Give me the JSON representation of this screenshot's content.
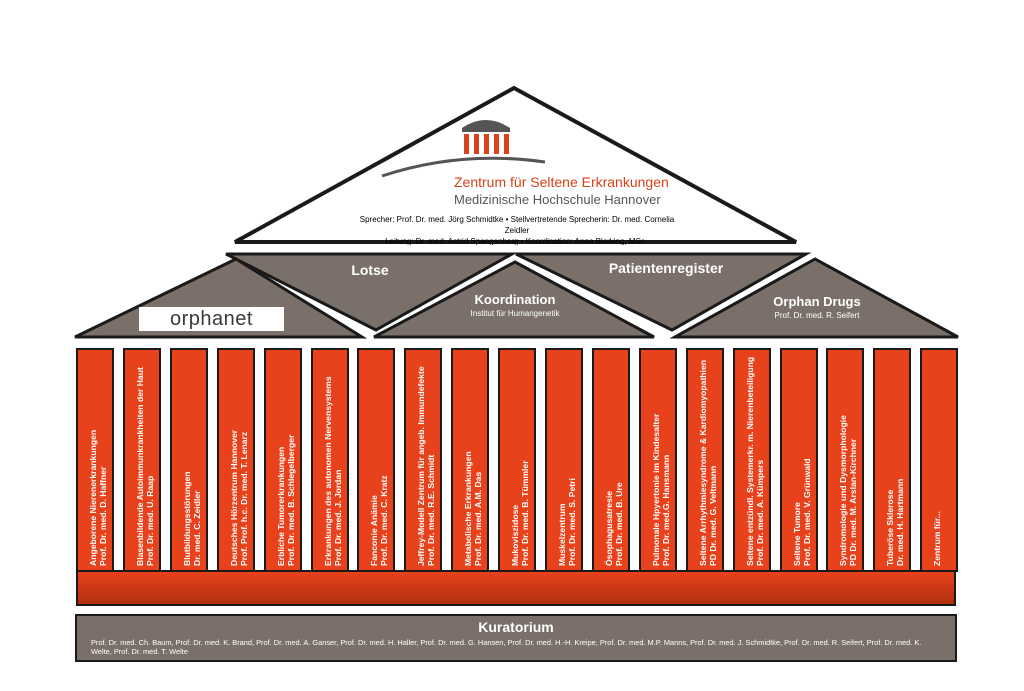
{
  "logo": {
    "title": "Zentrum für Seltene Erkrankungen",
    "subtitle": "Medizinische Hochschule Hannover",
    "icon": "building-columns-icon",
    "accent": "#d9421b"
  },
  "speaker_line": "Sprecher: Prof. Dr. med. Jörg Schmidtke • Stellvertretende Sprecherin: Dr. med. Cornelia Zeidler",
  "management_line": "Leitung: Dr. med. Astrid Spangenberg • Koordination: Anna Blerking, MSc",
  "roof": {
    "orphanet": "orphanet",
    "lotse": "Lotse",
    "patientenregister": "Patientenregister",
    "koordination": {
      "title": "Koordination",
      "subtitle": "Institut für Humangenetik"
    },
    "orphan_drugs": {
      "title": "Orphan Drugs",
      "subtitle": "Prof. Dr. med. R. Seifert"
    }
  },
  "pillars": [
    {
      "line1": "Angeborene Nierenerkrankungen",
      "line2": "Prof. Dr. med. D. Haffner"
    },
    {
      "line1": "Blasenbildende Autoimmunkrankheiten der Haut",
      "line2": "Prof. Dr. med. U. Raap"
    },
    {
      "line1": "Blutbildungsstörungen",
      "line2": "Dr. med. C. Zeidler"
    },
    {
      "line1": "Deutsches Hörzentrum Hannover",
      "line2": "Prof. Prof. h.c. Dr. med. T. Lenarz"
    },
    {
      "line1": "Erbliche Tumorerkrankungen",
      "line2": "Prof. Dr. med. B. Schlegelberger"
    },
    {
      "line1": "Erkrankungen des autonomen Nervensystems",
      "line2": "Prof. Dr. med. J. Jordan"
    },
    {
      "line1": "Fanconie Anämie",
      "line2": "Prof. Dr. med. C. Kratz"
    },
    {
      "line1": "Jeffrey-Modell Zentrum für angeb. Immundefekte",
      "line2": "Prof. Dr. med. R.E. Schmidt"
    },
    {
      "line1": "Metabolische Erkrankungen",
      "line2": "Prof. Dr. med. A.M. Das"
    },
    {
      "line1": "Mukoviszidose",
      "line2": "Prof. Dr. med. B. Tümmler"
    },
    {
      "line1": "Muskelzentrum",
      "line2": "Prof. Dr. med. S. Petri"
    },
    {
      "line1": "Ösophagusatresie",
      "line2": "Prof. Dr. med. B. Ure"
    },
    {
      "line1": "Pulmonale Hpyertonie im Kindesalter",
      "line2": "Prof. Dr. med.G. Hansmann"
    },
    {
      "line1": "Seltene Arrhythmiesyndrome & Kardiomyopathien",
      "line2": "PD Dr. med. G. Veltmann"
    },
    {
      "line1": "Seltene entzündl. Systemerkr. m. Nierenbeteiligung",
      "line2": "Prof. Dr. med. A. Kümpers"
    },
    {
      "line1": "Seltene Tumore",
      "line2": "Prof. Dr. med. V. Grünwald"
    },
    {
      "line1": "Syndromologie und Dysmorphologie",
      "line2": "PD Dr. med. M. Arslan-Kirchner"
    },
    {
      "line1": "Tuberöse Sklerose",
      "line2": "Dr. med. H. Hartmann"
    },
    {
      "line1": "Zentrum für...",
      "line2": ""
    }
  ],
  "kuratorium": {
    "title": "Kuratorium",
    "members": "Prof. Dr. med. Ch. Baum, Prof. Dr. med. K. Brand, Prof. Dr. med. A. Ganser, Prof. Dr. med. H. Haller, Prof. Dr. med. G. Hansen, Prof. Dr. med. H.-H. Kreipe, Prof. Dr. med. M.P. Manns, Prof. Dr. med. J. Schmidtke, Prof. Dr. med. R. Seifert, Prof. Dr. med. K. Welte, Prof. Dr. med. T. Welte"
  },
  "colors": {
    "pillar": "#e8421c",
    "roof_gray": "#7a7069",
    "outline": "#1a1a1a"
  }
}
